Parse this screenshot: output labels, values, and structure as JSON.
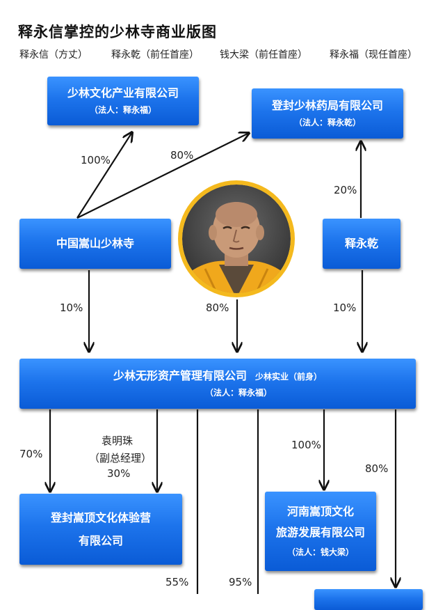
{
  "title": "释永信掌控的少林寺商业版图",
  "subtitle": [
    "释永信（方丈）",
    "释永乾（前任首座）",
    "钱大梁（前任首座）",
    "释永福（现任首座）"
  ],
  "nodes": {
    "shaolin_culture": {
      "name": "少林文化产业有限公司",
      "sub": "（法人：释永福）"
    },
    "dengfeng_pharmacy": {
      "name": "登封少林药局有限公司",
      "sub": "（法人：释永乾）"
    },
    "songshan_temple": {
      "name": "中国嵩山少林寺"
    },
    "shi_yongqian": {
      "name": "释永乾"
    },
    "wuxing": {
      "name": "少林无形资产管理有限公司",
      "note": "少林实业（前身）",
      "sub": "（法人：释永福）"
    },
    "dengfeng_songding": {
      "line1": "登封嵩顶文化体验营",
      "line2": "有限公司"
    },
    "henan_songding": {
      "line1": "河南嵩顶文化",
      "line2": "旅游发展有限公司",
      "sub": "（法人：钱大梁）"
    }
  },
  "percentages": {
    "temple_to_culture": "100%",
    "temple_to_pharmacy": "80%",
    "yongqian_to_pharmacy": "20%",
    "temple_to_wuxing": "10%",
    "person_to_wuxing": "80%",
    "yongqian_to_wuxing": "10%",
    "wuxing_to_songding_camp": "70%",
    "yuan_to_songding_camp": "30%",
    "wuxing_to_henan": "100%",
    "wuxing_to_bottom_right": "80%",
    "bottom_a": "55%",
    "bottom_b": "95%"
  },
  "yuan_mingzhu": {
    "name": "袁明珠",
    "role": "（副总经理）"
  },
  "portrait": {
    "icon": "monk-portrait",
    "colors": {
      "ring": "#f4b91e",
      "robe": "#f0a81c",
      "bg": "#4a4a4a"
    }
  },
  "colors": {
    "box": "#1d74ec",
    "box_light": "#3a93ff",
    "arrow": "#111111"
  }
}
